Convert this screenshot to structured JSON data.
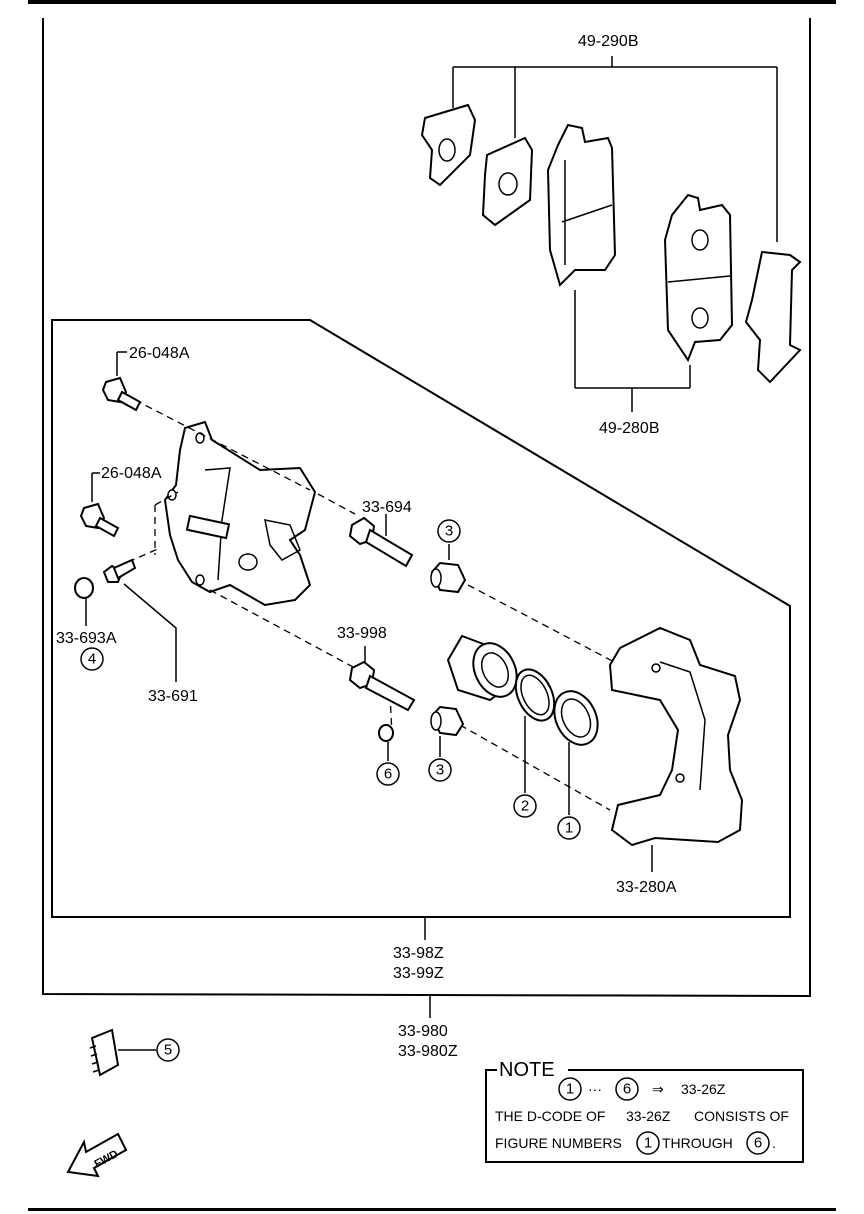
{
  "callouts": {
    "pad_shim_kit": "49-290B",
    "pad_set": "49-280B",
    "bolt_upper": "26-048A",
    "bolt_lower": "26-048A",
    "guide_pin_upper": "33-694",
    "guide_pin_lower": "33-998",
    "bleeder_cap": "33-693A",
    "bleeder_screw": "33-691",
    "caliper_bracket": "33-280A",
    "caliper_assy_1": "33-98Z",
    "caliper_assy_2": "33-99Z",
    "brake_assy_1": "33-980",
    "brake_assy_2": "33-980Z"
  },
  "figure_numbers": {
    "seal_piston": "1",
    "boot": "2",
    "pin_boot_upper": "3",
    "pin_boot_lower": "3",
    "bleeder_cap_ref": "4",
    "grease_pack": "5",
    "pin_sleeve": "6"
  },
  "note": {
    "title": "NOTE",
    "range_from": "1",
    "range_sep": "···",
    "range_to": "6",
    "arrow": "⇒",
    "kit_code": "33-26Z",
    "line2_pre": "THE D-CODE OF",
    "line2_code": "33-26Z",
    "line2_post": "CONSISTS OF",
    "line3_pre": "FIGURE NUMBERS",
    "line3_from": "1",
    "line3_mid": "THROUGH",
    "line3_to": "6",
    "line3_end": "."
  },
  "fwd_label": "FWD",
  "icons": [
    "fwd-arrow-icon"
  ]
}
